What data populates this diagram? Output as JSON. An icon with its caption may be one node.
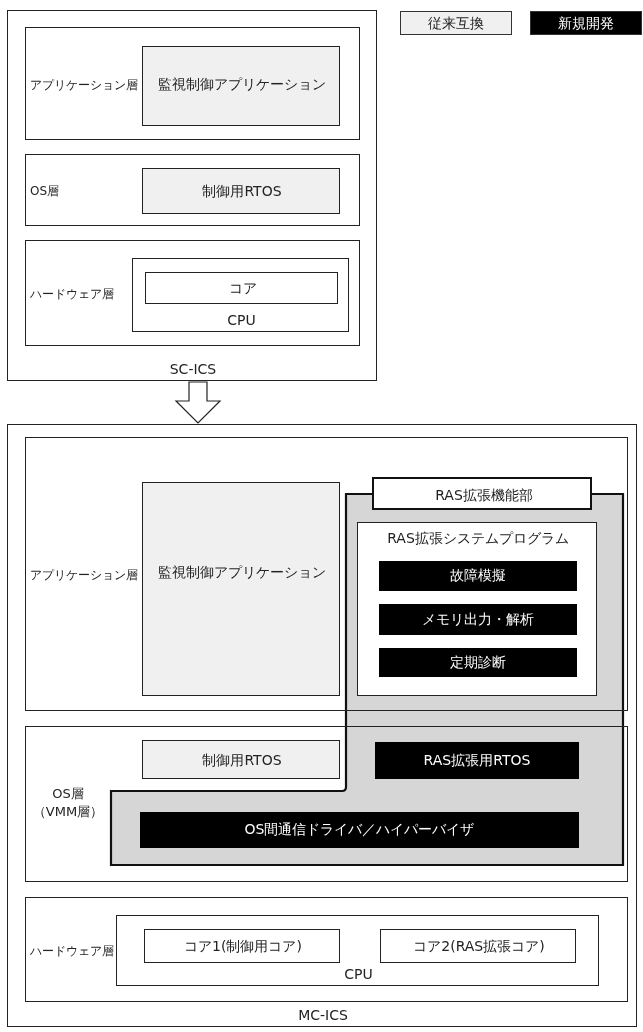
{
  "diagram": {
    "nodes": [
      {
        "text": [
          "SC-ICS"
        ]
      },
      {
        "text": [
          "アプリケーション層"
        ],
        "in": 0
      },
      {
        "text": [
          "監視制御アプリケーション"
        ],
        "in": 1
      },
      {
        "text": [
          "OS層"
        ],
        "in": 0
      },
      {
        "text": [
          "制御用RTOS"
        ],
        "in": 3
      },
      {
        "text": [
          "ハードウェア層"
        ],
        "in": 0
      },
      {
        "text": [
          "CPU"
        ],
        "in": 5
      },
      {
        "text": [
          "コア"
        ],
        "in": 6
      },
      {
        "text": [
          "MC-ICS"
        ]
      },
      {
        "text": [
          "アプリケーション層"
        ],
        "in": 8
      },
      {
        "text": [
          "監視制御アプリケーション"
        ],
        "in": 9
      },
      {
        "text": [
          "RAS拡張機能部"
        ],
        "in": 9
      },
      {
        "text": [
          "RAS拡張システムプログラム"
        ],
        "in": 9
      },
      {
        "text": [
          "故障模擬"
        ],
        "in": 12
      },
      {
        "text": [
          "メモリ出力・解析"
        ],
        "in": 12
      },
      {
        "text": [
          "定期診断"
        ],
        "in": 12
      },
      {
        "text": [
          "OS層（VMM層）"
        ],
        "in": 8
      },
      {
        "text": [
          "制御用RTOS"
        ],
        "in": 16
      },
      {
        "text": [
          "RAS拡張用RTOS"
        ],
        "in": 16
      },
      {
        "text": [
          "OS間通信ドライバ／ハイパーバイザ"
        ],
        "in": 16
      },
      {
        "text": [
          "ハードウェア層"
        ],
        "in": 8
      },
      {
        "text": [
          "CPU"
        ],
        "in": 20
      },
      {
        "text": [
          "コア1(制御用コア)"
        ],
        "in": 21
      },
      {
        "text": [
          "コア2(RAS拡張コア)"
        ],
        "in": 21
      }
    ],
    "edges": [
      {
        "from": 0,
        "to": 8,
        "arrow": "to"
      }
    ],
    "legend": [
      {
        "text": "従来互換",
        "color": "#f0f0f0"
      },
      {
        "text": "新規開発",
        "color": "#000000"
      }
    ]
  }
}
